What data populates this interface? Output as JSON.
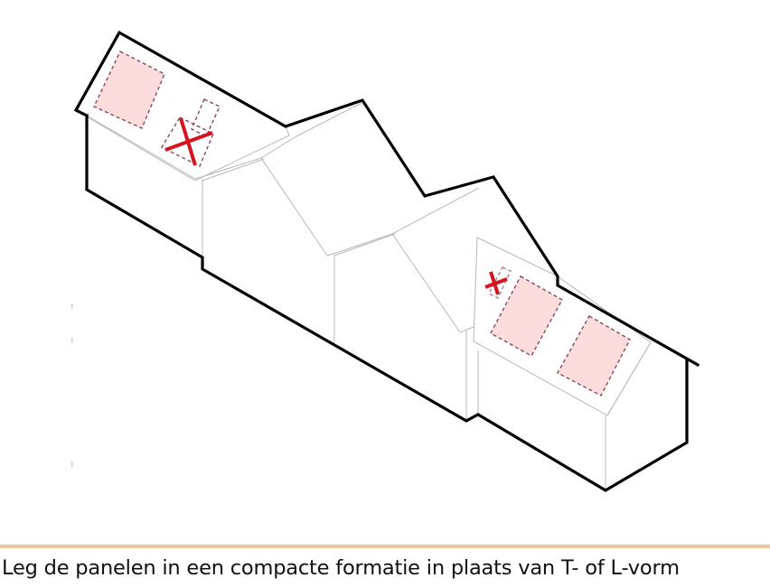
{
  "caption": {
    "text": "Leg de panelen in een compacte formatie in plaats van T- of L-vorm"
  },
  "colors": {
    "divider": "#f0c69a",
    "panel_fill": "#fcdcdc",
    "panel_stroke": "#8a4a5a",
    "cross": "#d4141e",
    "outline": "#000000",
    "edge": "#b8b8b8"
  },
  "diagram": {
    "subject": "isometric house with solar panel placements",
    "left_roof": {
      "valid_panels": 1,
      "rejected_panels": 1
    },
    "right_roof": {
      "valid_panels": 2,
      "rejected_panels": 1
    }
  }
}
